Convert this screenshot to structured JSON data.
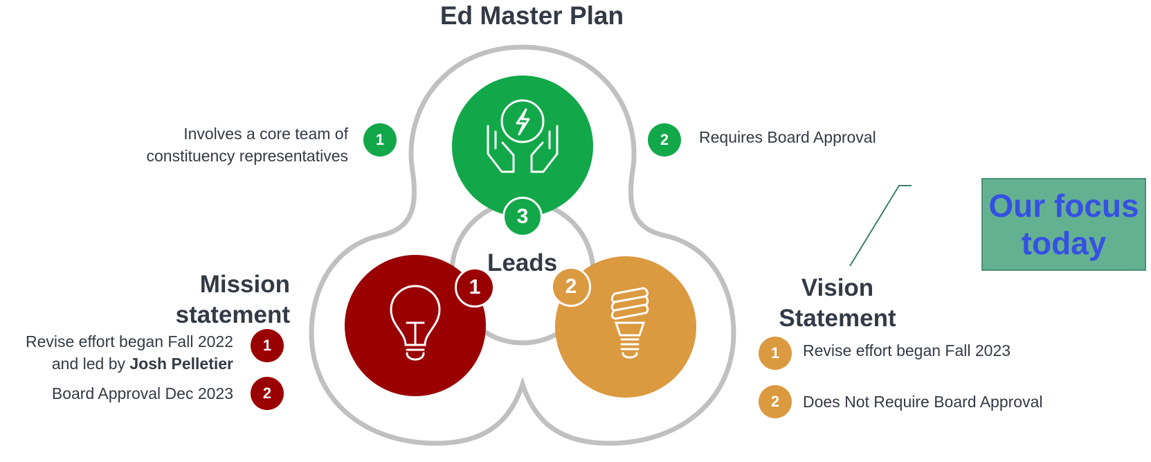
{
  "title": "Ed Master Plan",
  "center_label": "Leads",
  "callout": "Our focus today",
  "top_left_note": {
    "number": "1",
    "line1": "Involves a core team of",
    "line2": "constituency representatives"
  },
  "top_right_note": {
    "number": "2",
    "text": "Requires Board Approval"
  },
  "green_badge": "3",
  "red_badge": "1",
  "orange_badge": "2",
  "mission": {
    "heading_line1": "Mission",
    "heading_line2": "statement",
    "items": [
      {
        "number": "1",
        "line1": "Revise effort began Fall 2022",
        "line2_prefix": "and led by ",
        "line2_bold": "Josh Pelletier"
      },
      {
        "number": "2",
        "line1": "Board Approval Dec 2023"
      }
    ]
  },
  "vision": {
    "heading_line1": "Vision",
    "heading_line2": "Statement",
    "items": [
      {
        "number": "1",
        "text": "Revise effort began Fall 2023"
      },
      {
        "number": "2",
        "text": "Does Not Require Board Approval"
      }
    ]
  },
  "colors": {
    "green": "#12a84a",
    "red": "#9b0000",
    "orange": "#db9940",
    "outline": "#c0c0c0",
    "callout_bg": "#64b192",
    "callout_text": "#3650e3"
  },
  "icons": {
    "green_circle": "hands-holding-energy-icon",
    "red_circle": "lightbulb-icon",
    "orange_circle": "cfl-bulb-icon"
  }
}
